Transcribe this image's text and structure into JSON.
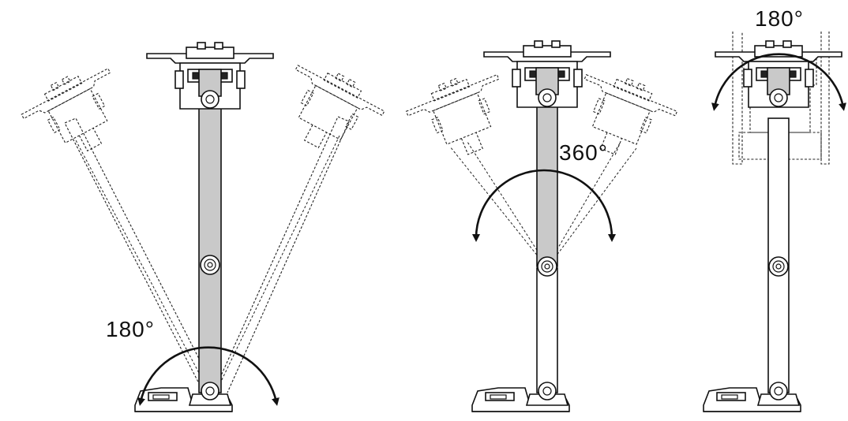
{
  "figure": {
    "panels": [
      {
        "id": "panel-tilt",
        "rotation_label": "180°"
      },
      {
        "id": "panel-rotate",
        "rotation_label": "360°"
      },
      {
        "id": "panel-head",
        "rotation_label": "180°"
      }
    ]
  }
}
